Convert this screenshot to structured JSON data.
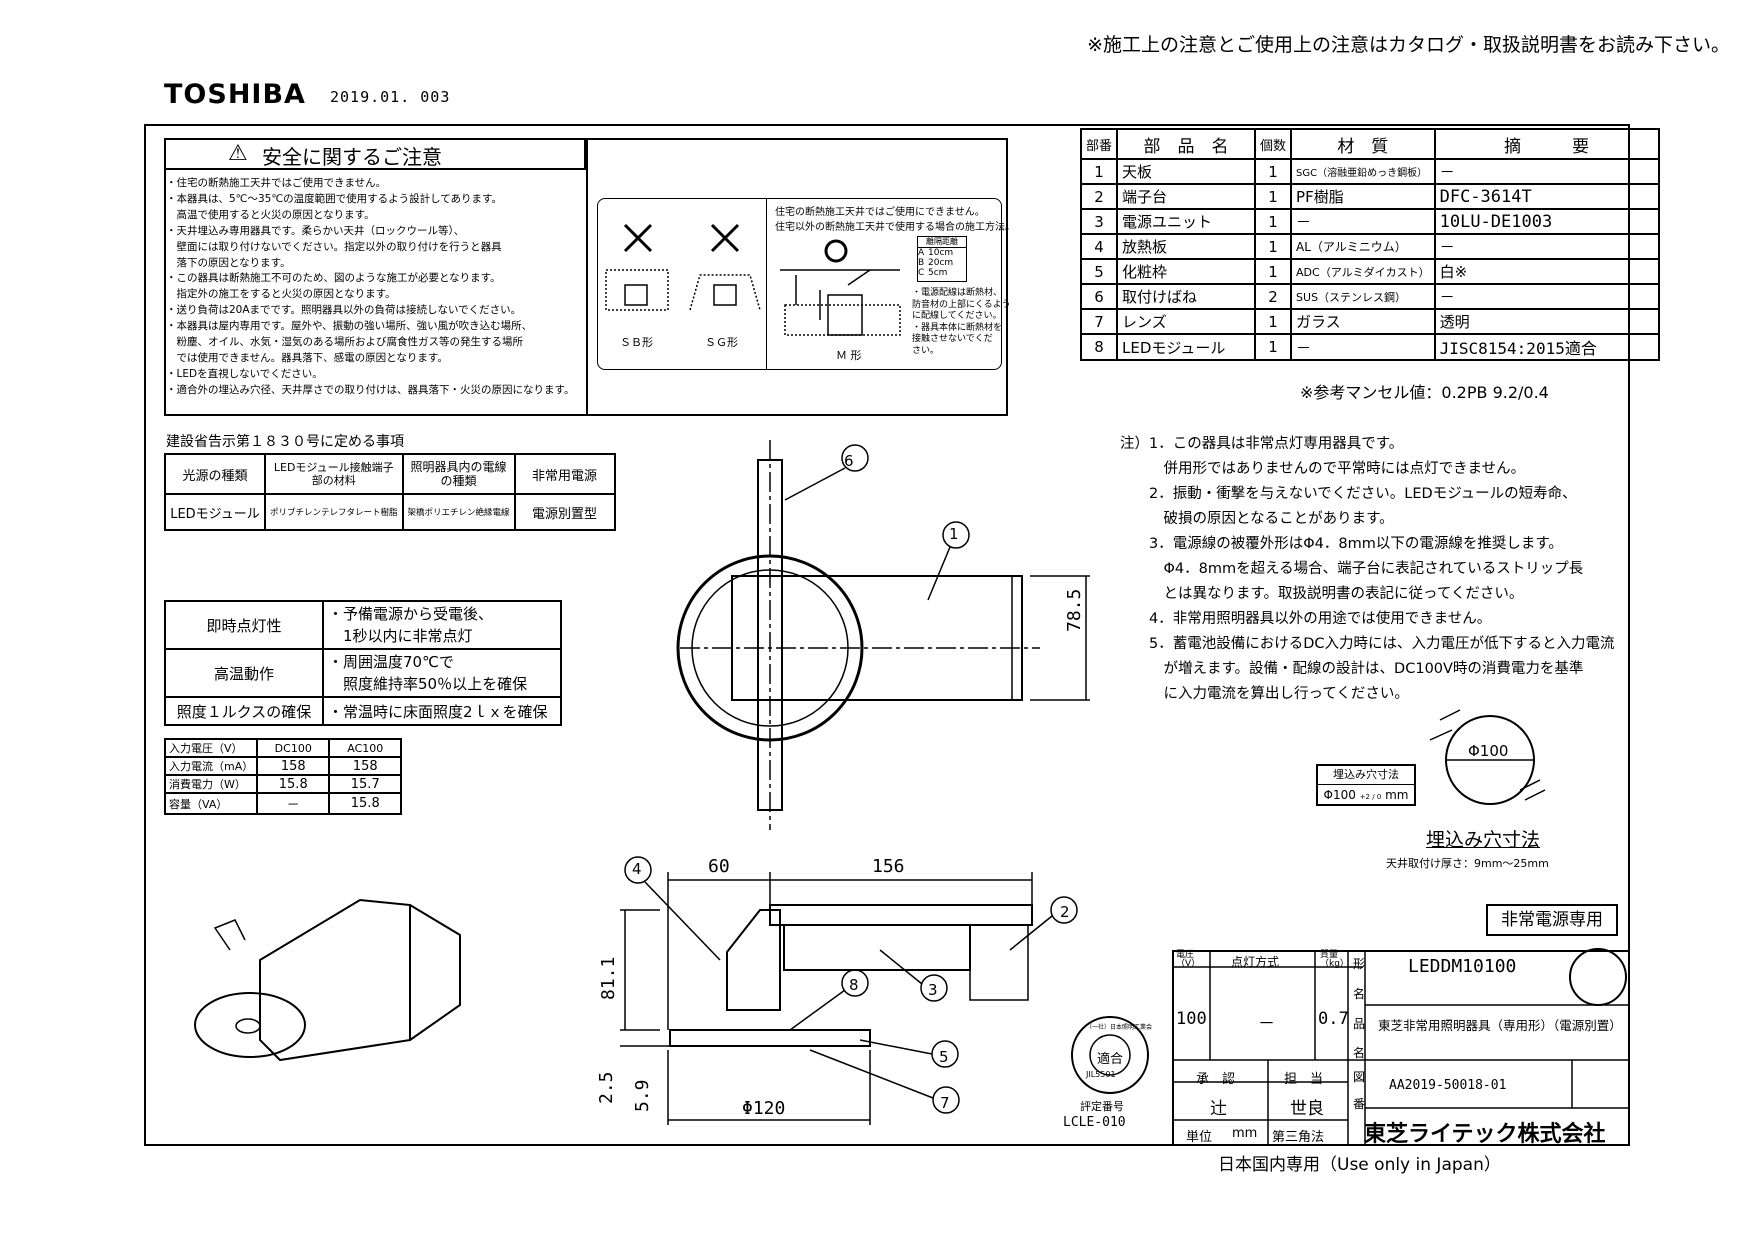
{
  "header": {
    "top_notice": "※施工上の注意とご使用上の注意はカタログ・取扱説明書をお読み下さい。",
    "brand": "TOSHIBA",
    "doc_code": "2019.01. 003"
  },
  "safety": {
    "title": "安全に関するご注意",
    "lines": [
      "・住宅の断熱施工天井ではご使用できません。",
      "・本器具は、5℃～35℃の温度範囲で使用するよう設計してあります。",
      "　高温で使用すると火災の原因となります。",
      "・天井埋込み専用器具です。柔らかい天井（ロックウール等）、",
      "　壁面には取り付けないでください。指定以外の取り付けを行うと器具",
      "　落下の原因となります。",
      "・この器具は断熱施工不可のため、図のような施工が必要となります。",
      "　指定外の施工をすると火災の原因となります。",
      "・送り負荷は20Aまでです。照明器具以外の負荷は接続しないでください。",
      "・本器具は屋内専用です。屋外や、振動の強い場所、強い風が吹き込む場所、",
      "　粉塵、オイル、水気・湿気のある場所および腐食性ガス等の発生する場所",
      "　では使用できません。器具落下、感電の原因となります。",
      "・LEDを直視しないでください。",
      "・適合外の埋込み穴径、天井厚さでの取り付けは、器具落下・火災の原因になります。"
    ],
    "install_note_1": "住宅の断熱施工天井ではご使用にできません。",
    "install_note_2": "住宅以外の断熱施工天井で使用する場合の施工方法。",
    "sb_label": "ＳＢ形",
    "sg_label": "ＳＧ形",
    "m_label": "Ｍ 形",
    "distance_title": "離隔距離",
    "distances": [
      {
        "k": "A",
        "v": "10cm"
      },
      {
        "k": "B",
        "v": "20cm"
      },
      {
        "k": "C",
        "v": "5cm"
      }
    ],
    "side_notes": [
      "・電源配線は断熱材、",
      "防音材の上部にくるよう",
      "に配線してください。",
      "・器具本体に断熱材を",
      "接触させないでくだ",
      "さい。"
    ]
  },
  "parts": {
    "headers": [
      "部番",
      "部　品　名",
      "個数",
      "材　質",
      "摘　　　要"
    ],
    "rows": [
      [
        "1",
        "天板",
        "1",
        "SGC（溶融亜鉛めっき鋼板）",
        "－"
      ],
      [
        "2",
        "端子台",
        "1",
        "PF樹脂",
        "DFC-3614T"
      ],
      [
        "3",
        "電源ユニット",
        "1",
        "－",
        "10LU-DE1003"
      ],
      [
        "4",
        "放熱板",
        "1",
        "AL（アルミニウム）",
        "－"
      ],
      [
        "5",
        "化粧枠",
        "1",
        "ADC（アルミダイカスト）",
        "白※"
      ],
      [
        "6",
        "取付けばね",
        "2",
        "SUS（ステンレス鋼）",
        "－"
      ],
      [
        "7",
        "レンズ",
        "1",
        "ガラス",
        "透明"
      ],
      [
        "8",
        "LEDモジュール",
        "1",
        "－",
        "JISC8154:2015適合"
      ]
    ],
    "munsell": "※参考マンセル値：0.2PB 9.2/0.4"
  },
  "kokuji": {
    "title": "建設省告示第１８３０号に定める事項",
    "headers": [
      "光源の種類",
      "LEDモジュール接触端子部の材料",
      "照明器具内の電線の種類",
      "非常用電源"
    ],
    "values": [
      "LEDモジュール",
      "ポリブチレンテレフタレート樹脂",
      "架橋ポリエチレン絶縁電線",
      "電源別置型"
    ]
  },
  "performance": [
    {
      "name": "即時点灯性",
      "desc": [
        "・予備電源から受電後、",
        "　1秒以内に非常点灯"
      ]
    },
    {
      "name": "高温動作",
      "desc": [
        "・周囲温度70℃で",
        "　照度維持率50％以上を確保"
      ]
    },
    {
      "name": "照度１ルクスの確保",
      "desc": [
        "・常温時に床面照度2ｌｘを確保"
      ]
    }
  ],
  "electrical": {
    "headers": [
      "入力電圧（V）",
      "DC100",
      "AC100"
    ],
    "rows": [
      [
        "入力電流（mA）",
        "158",
        "158"
      ],
      [
        "消費電力（W）",
        "15.8",
        "15.7"
      ],
      [
        "容量（VA）",
        "－",
        "15.8"
      ]
    ]
  },
  "notes": [
    "注）1．この器具は非常点灯専用器具です。",
    "　　　併用形ではありませんので平常時には点灯できません。",
    "　　2．振動・衝撃を与えないでください。LEDモジュールの短寿命、",
    "　　　破損の原因となることがあります。",
    "　　3．電源線の被覆外形はΦ4．8mm以下の電源線を推奨します。",
    "　　　Φ4．8mmを超える場合、端子台に表記されているストリップ長",
    "　　　とは異なります。取扱説明書の表記に従ってください。",
    "　　4．非常用照明器具以外の用途では使用できません。",
    "　　5．蓄電池設備におけるDC入力時には、入力電圧が低下すると入力電流",
    "　　　が増えます。設備・配線の設計は、DC100V時の消費電力を基準",
    "　　　に入力電流を算出し行ってください。"
  ],
  "cutout": {
    "circle_label": "Φ100",
    "box_title": "埋込み穴寸法",
    "box_value": "Φ100",
    "tolerance": "+2 / 0",
    "unit": "mm",
    "title": "埋込み穴寸法",
    "thickness": "天井取付け厚さ：9mm～25mm"
  },
  "dims": {
    "width_top": "78.5",
    "d60": "60",
    "d156": "156",
    "d81": "81.1",
    "d25": "2.5",
    "d59": "5.9",
    "d120": "Φ120"
  },
  "callouts": [
    "1",
    "2",
    "3",
    "4",
    "5",
    "6",
    "7",
    "8"
  ],
  "emergency_only": "非常電源専用",
  "title_block": {
    "h_voltage": "電圧（V）",
    "h_method": "点灯方式",
    "h_mass": "質量（kg）",
    "h_form": "形",
    "h_name": "名",
    "h_product": "品",
    "h_drawing": "図",
    "h_no": "番",
    "model": "LEDDM10100",
    "voltage": "100",
    "method": "－",
    "mass": "0.7",
    "product_name": "東芝非常用照明器具（専用形）（電源別置）",
    "drawing_no": "AA2019-50018-01",
    "approval": "承　認",
    "charge": "担　当",
    "approver": "辻",
    "person": "世良",
    "unit_label": "単位",
    "unit": "mm",
    "projection": "第三角法",
    "company": "東芝ライテック株式会社"
  },
  "seal": {
    "arc_text": "（一社）日本照明工業会",
    "center": "適合",
    "code": "JIL5501",
    "label": "評定番号",
    "number": "LCLE-010"
  },
  "japan_only": "日本国内専用（Use only in Japan）"
}
